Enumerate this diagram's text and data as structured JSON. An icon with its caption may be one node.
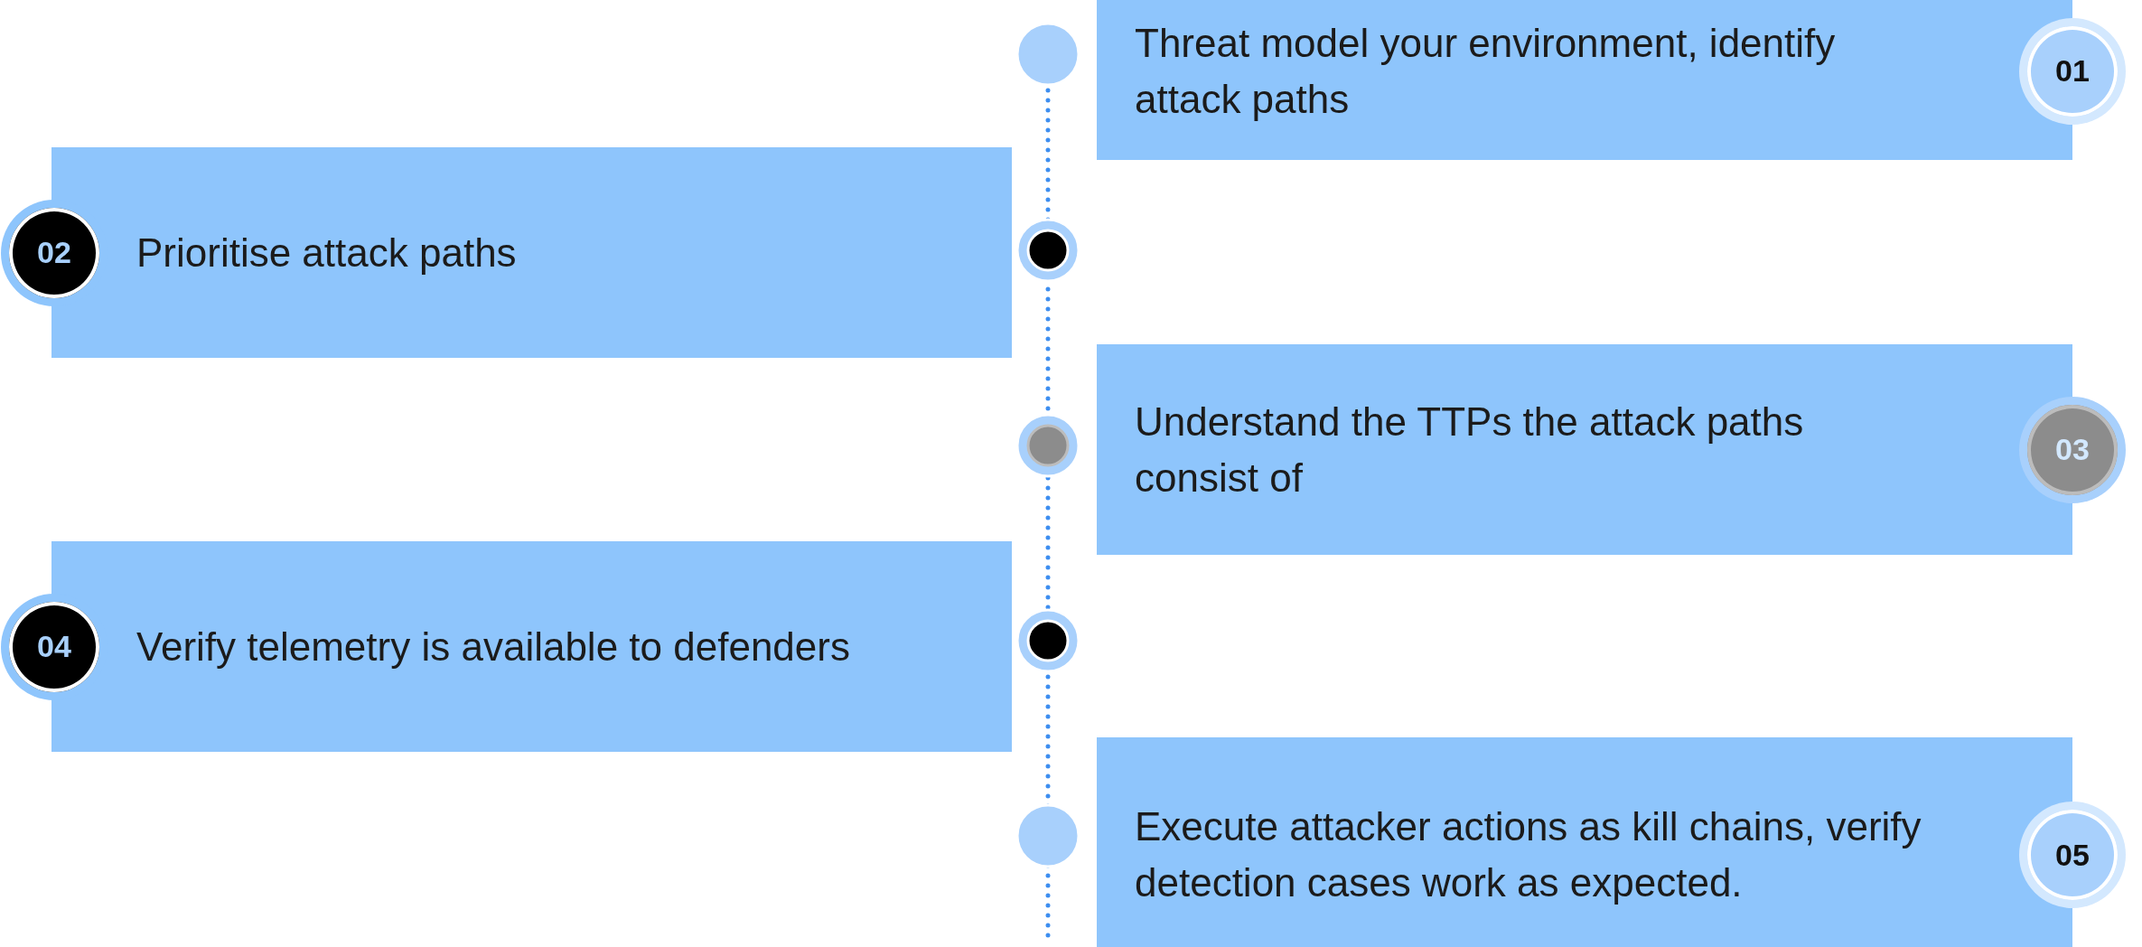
{
  "diagram": {
    "nodes": [
      {
        "text": [
          "Threat model your environment, identify attack paths",
          "01"
        ]
      },
      {
        "text": [
          "02",
          "Prioritise attack paths"
        ]
      },
      {
        "text": [
          "Understand the TTPs the attack paths consist of",
          "03"
        ]
      },
      {
        "text": [
          "04",
          "Verify telemetry is available to defenders"
        ]
      },
      {
        "text": [
          "Execute attacker actions as kill chains, verify detection cases work as expected.",
          "05"
        ]
      }
    ]
  }
}
